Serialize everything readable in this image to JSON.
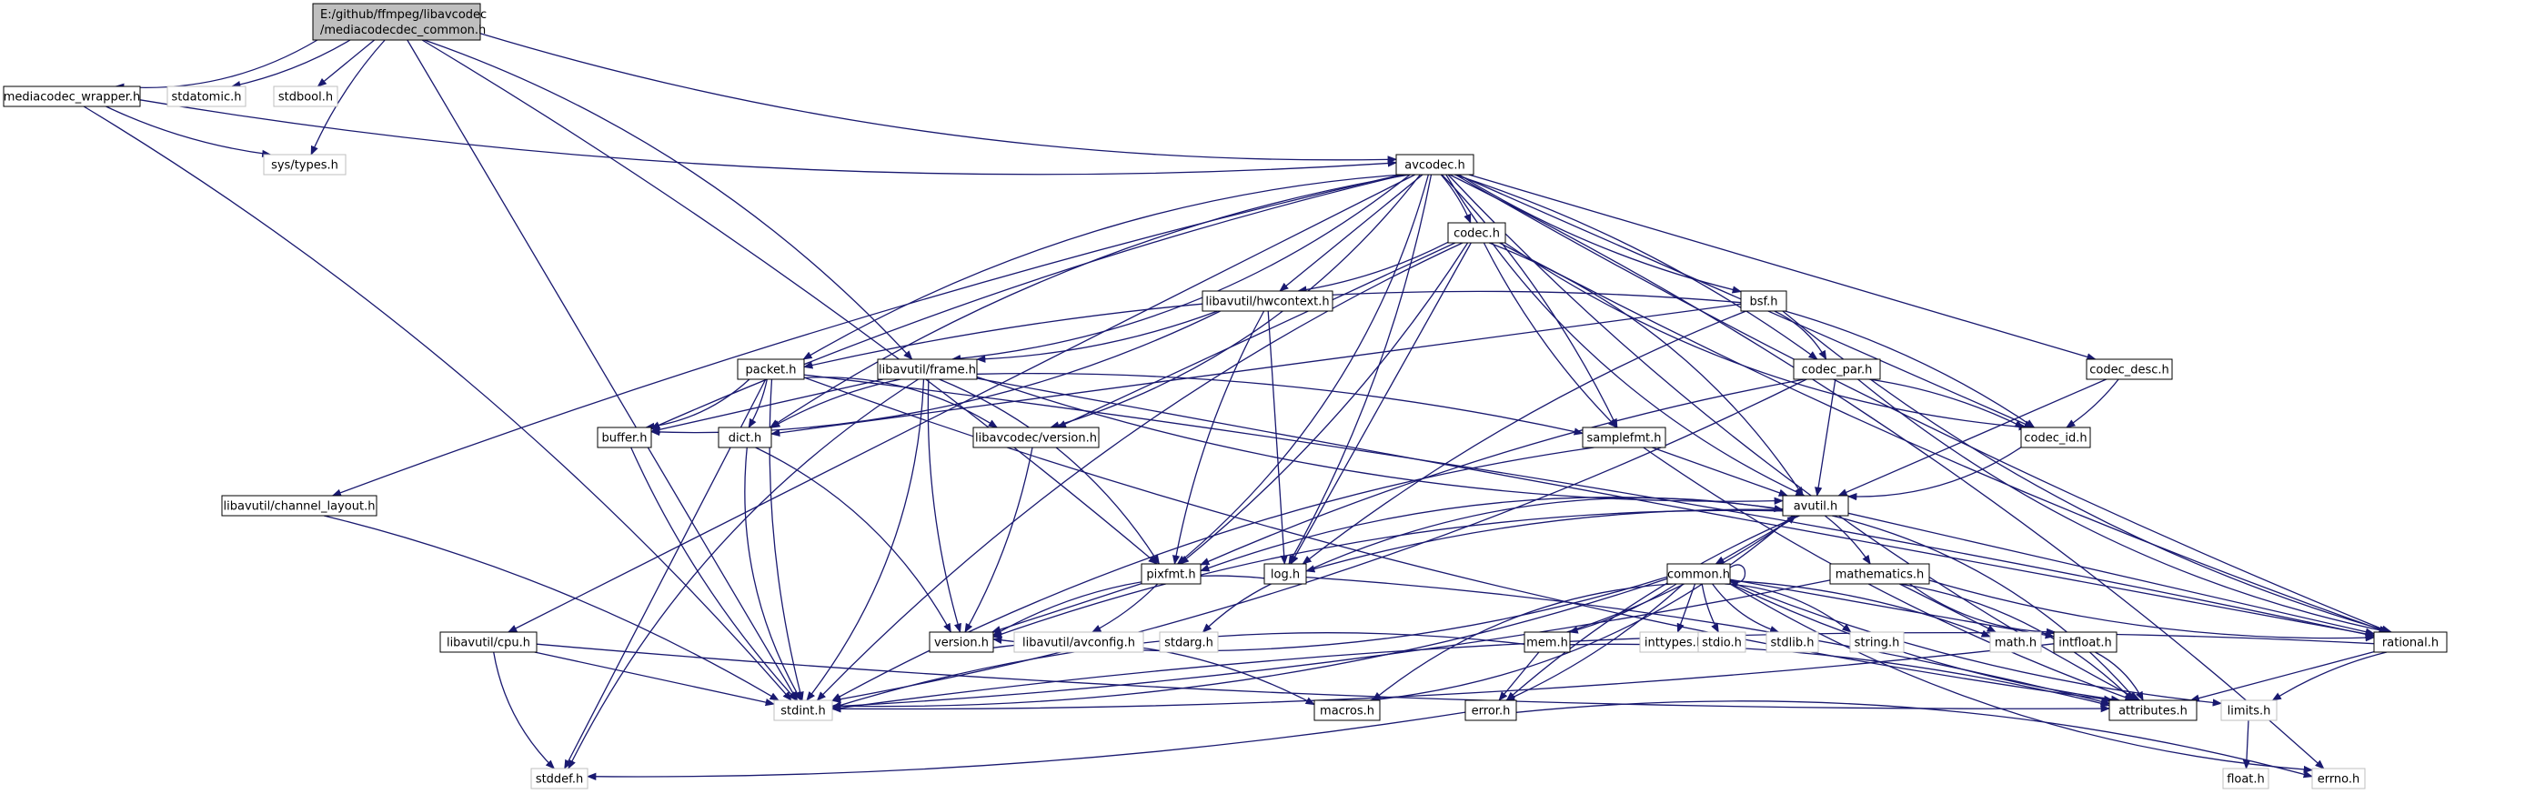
{
  "diagram": {
    "root": {
      "line1": "E:/github/ffmpeg/libavcodec",
      "line2": "/mediacodecdec_common.h"
    },
    "nodes": [
      {
        "id": "root",
        "label": "E:/github/ffmpeg/libavcodec /mediacodecdec_common.h",
        "kind": "root"
      },
      {
        "id": "mediacodec_wrapper",
        "label": "mediacodec_wrapper.h",
        "kind": "documented"
      },
      {
        "id": "stdatomic",
        "label": "stdatomic.h",
        "kind": "external"
      },
      {
        "id": "stdbool",
        "label": "stdbool.h",
        "kind": "external"
      },
      {
        "id": "systypes",
        "label": "sys/types.h",
        "kind": "external"
      },
      {
        "id": "avcodec",
        "label": "avcodec.h",
        "kind": "documented"
      },
      {
        "id": "codec",
        "label": "codec.h",
        "kind": "documented"
      },
      {
        "id": "hwcontext",
        "label": "libavutil/hwcontext.h",
        "kind": "documented"
      },
      {
        "id": "bsf",
        "label": "bsf.h",
        "kind": "documented"
      },
      {
        "id": "packet",
        "label": "packet.h",
        "kind": "documented"
      },
      {
        "id": "frame",
        "label": "libavutil/frame.h",
        "kind": "documented"
      },
      {
        "id": "codec_par",
        "label": "codec_par.h",
        "kind": "documented"
      },
      {
        "id": "codec_desc",
        "label": "codec_desc.h",
        "kind": "documented"
      },
      {
        "id": "buffer",
        "label": "buffer.h",
        "kind": "documented"
      },
      {
        "id": "dict",
        "label": "dict.h",
        "kind": "documented"
      },
      {
        "id": "lavcversion",
        "label": "libavcodec/version.h",
        "kind": "documented"
      },
      {
        "id": "samplefmt",
        "label": "samplefmt.h",
        "kind": "documented"
      },
      {
        "id": "codec_id",
        "label": "codec_id.h",
        "kind": "documented"
      },
      {
        "id": "channel_layout",
        "label": "libavutil/channel_layout.h",
        "kind": "documented"
      },
      {
        "id": "avutil",
        "label": "avutil.h",
        "kind": "documented"
      },
      {
        "id": "pixfmt",
        "label": "pixfmt.h",
        "kind": "documented"
      },
      {
        "id": "log",
        "label": "log.h",
        "kind": "documented"
      },
      {
        "id": "common",
        "label": "common.h",
        "kind": "documented"
      },
      {
        "id": "mathematics",
        "label": "mathematics.h",
        "kind": "documented"
      },
      {
        "id": "cpu",
        "label": "libavutil/cpu.h",
        "kind": "documented"
      },
      {
        "id": "version",
        "label": "version.h",
        "kind": "documented"
      },
      {
        "id": "avconfig",
        "label": "libavutil/avconfig.h",
        "kind": "external"
      },
      {
        "id": "stdarg",
        "label": "stdarg.h",
        "kind": "external"
      },
      {
        "id": "mem",
        "label": "mem.h",
        "kind": "documented"
      },
      {
        "id": "inttypes",
        "label": "inttypes.h",
        "kind": "external"
      },
      {
        "id": "stdio",
        "label": "stdio.h",
        "kind": "external"
      },
      {
        "id": "stdlib",
        "label": "stdlib.h",
        "kind": "external"
      },
      {
        "id": "string",
        "label": "string.h",
        "kind": "external"
      },
      {
        "id": "math",
        "label": "math.h",
        "kind": "external"
      },
      {
        "id": "intfloat",
        "label": "intfloat.h",
        "kind": "documented"
      },
      {
        "id": "rational",
        "label": "rational.h",
        "kind": "documented"
      },
      {
        "id": "stdint",
        "label": "stdint.h",
        "kind": "external"
      },
      {
        "id": "macros",
        "label": "macros.h",
        "kind": "documented"
      },
      {
        "id": "error",
        "label": "error.h",
        "kind": "documented"
      },
      {
        "id": "attributes",
        "label": "attributes.h",
        "kind": "documented"
      },
      {
        "id": "limits",
        "label": "limits.h",
        "kind": "external"
      },
      {
        "id": "stddef",
        "label": "stddef.h",
        "kind": "external"
      },
      {
        "id": "errno",
        "label": "errno.h",
        "kind": "external"
      },
      {
        "id": "float",
        "label": "float.h",
        "kind": "external"
      }
    ],
    "edges": [
      [
        "root",
        "mediacodec_wrapper"
      ],
      [
        "root",
        "stdatomic"
      ],
      [
        "root",
        "stdbool"
      ],
      [
        "root",
        "systypes"
      ],
      [
        "root",
        "avcodec"
      ],
      [
        "root",
        "frame"
      ],
      [
        "root",
        "pixfmt"
      ],
      [
        "root",
        "stdint"
      ],
      [
        "mediacodec_wrapper",
        "systypes"
      ],
      [
        "mediacodec_wrapper",
        "avcodec"
      ],
      [
        "mediacodec_wrapper",
        "stdint"
      ],
      [
        "avcodec",
        "codec"
      ],
      [
        "avcodec",
        "hwcontext"
      ],
      [
        "avcodec",
        "bsf"
      ],
      [
        "avcodec",
        "packet"
      ],
      [
        "avcodec",
        "frame"
      ],
      [
        "avcodec",
        "codec_par"
      ],
      [
        "avcodec",
        "codec_desc"
      ],
      [
        "avcodec",
        "buffer"
      ],
      [
        "avcodec",
        "dict"
      ],
      [
        "avcodec",
        "lavcversion"
      ],
      [
        "avcodec",
        "samplefmt"
      ],
      [
        "avcodec",
        "codec_id"
      ],
      [
        "avcodec",
        "channel_layout"
      ],
      [
        "avcodec",
        "avutil"
      ],
      [
        "avcodec",
        "pixfmt"
      ],
      [
        "avcodec",
        "log"
      ],
      [
        "avcodec",
        "cpu"
      ],
      [
        "avcodec",
        "rational"
      ],
      [
        "avcodec",
        "attributes"
      ],
      [
        "avcodec",
        "errno"
      ],
      [
        "codec",
        "hwcontext"
      ],
      [
        "codec",
        "lavcversion"
      ],
      [
        "codec",
        "samplefmt"
      ],
      [
        "codec",
        "codec_id"
      ],
      [
        "codec",
        "avutil"
      ],
      [
        "codec",
        "pixfmt"
      ],
      [
        "codec",
        "log"
      ],
      [
        "codec",
        "rational"
      ],
      [
        "codec",
        "stdint"
      ],
      [
        "hwcontext",
        "buffer"
      ],
      [
        "hwcontext",
        "frame"
      ],
      [
        "hwcontext",
        "log"
      ],
      [
        "hwcontext",
        "pixfmt"
      ],
      [
        "bsf",
        "packet"
      ],
      [
        "bsf",
        "codec_par"
      ],
      [
        "bsf",
        "codec_id"
      ],
      [
        "bsf",
        "dict"
      ],
      [
        "bsf",
        "log"
      ],
      [
        "bsf",
        "rational"
      ],
      [
        "packet",
        "buffer"
      ],
      [
        "packet",
        "dict"
      ],
      [
        "packet",
        "stddef"
      ],
      [
        "packet",
        "stdint"
      ],
      [
        "packet",
        "attributes"
      ],
      [
        "packet",
        "lavcversion"
      ],
      [
        "packet",
        "rational"
      ],
      [
        "frame",
        "buffer"
      ],
      [
        "frame",
        "dict"
      ],
      [
        "frame",
        "avutil"
      ],
      [
        "frame",
        "pixfmt"
      ],
      [
        "frame",
        "samplefmt"
      ],
      [
        "frame",
        "rational"
      ],
      [
        "frame",
        "version"
      ],
      [
        "frame",
        "stddef"
      ],
      [
        "frame",
        "stdint"
      ],
      [
        "codec_par",
        "codec_id"
      ],
      [
        "codec_par",
        "avutil"
      ],
      [
        "codec_par",
        "pixfmt"
      ],
      [
        "codec_par",
        "rational"
      ],
      [
        "codec_par",
        "stdint"
      ],
      [
        "codec_desc",
        "codec_id"
      ],
      [
        "codec_desc",
        "avutil"
      ],
      [
        "buffer",
        "stdint"
      ],
      [
        "dict",
        "stdint"
      ],
      [
        "dict",
        "version"
      ],
      [
        "lavcversion",
        "version"
      ],
      [
        "samplefmt",
        "avutil"
      ],
      [
        "samplefmt",
        "attributes"
      ],
      [
        "samplefmt",
        "stdint"
      ],
      [
        "codec_id",
        "avutil"
      ],
      [
        "channel_layout",
        "stdint"
      ],
      [
        "avutil",
        "common"
      ],
      [
        "avutil",
        "error"
      ],
      [
        "avutil",
        "version"
      ],
      [
        "avutil",
        "macros"
      ],
      [
        "avutil",
        "mathematics"
      ],
      [
        "avutil",
        "rational"
      ],
      [
        "avutil",
        "log"
      ],
      [
        "avutil",
        "pixfmt"
      ],
      [
        "avutil",
        "attributes"
      ],
      [
        "pixfmt",
        "avconfig"
      ],
      [
        "pixfmt",
        "version"
      ],
      [
        "log",
        "stdarg"
      ],
      [
        "log",
        "version"
      ],
      [
        "log",
        "avutil"
      ],
      [
        "log",
        "attributes"
      ],
      [
        "common",
        "common"
      ],
      [
        "common",
        "attributes"
      ],
      [
        "common",
        "macros"
      ],
      [
        "common",
        "version"
      ],
      [
        "common",
        "mem"
      ],
      [
        "common",
        "inttypes"
      ],
      [
        "common",
        "stdio"
      ],
      [
        "common",
        "stdlib"
      ],
      [
        "common",
        "string"
      ],
      [
        "common",
        "math"
      ],
      [
        "common",
        "intfloat"
      ],
      [
        "common",
        "limits"
      ],
      [
        "common",
        "errno"
      ],
      [
        "common",
        "stdint"
      ],
      [
        "common",
        "error"
      ],
      [
        "mathematics",
        "math"
      ],
      [
        "mathematics",
        "rational"
      ],
      [
        "mathematics",
        "intfloat"
      ],
      [
        "mathematics",
        "attributes"
      ],
      [
        "mathematics",
        "stdint"
      ],
      [
        "cpu",
        "stdint"
      ],
      [
        "cpu",
        "attributes"
      ],
      [
        "cpu",
        "stddef"
      ],
      [
        "version",
        "macros"
      ],
      [
        "mem",
        "attributes"
      ],
      [
        "mem",
        "error"
      ],
      [
        "mem",
        "avutil"
      ],
      [
        "mem",
        "stdint"
      ],
      [
        "intfloat",
        "attributes"
      ],
      [
        "intfloat",
        "stdint"
      ],
      [
        "rational",
        "attributes"
      ],
      [
        "rational",
        "limits"
      ],
      [
        "rational",
        "stdint"
      ],
      [
        "error",
        "errno"
      ],
      [
        "error",
        "stddef"
      ],
      [
        "limits",
        "float"
      ]
    ]
  }
}
